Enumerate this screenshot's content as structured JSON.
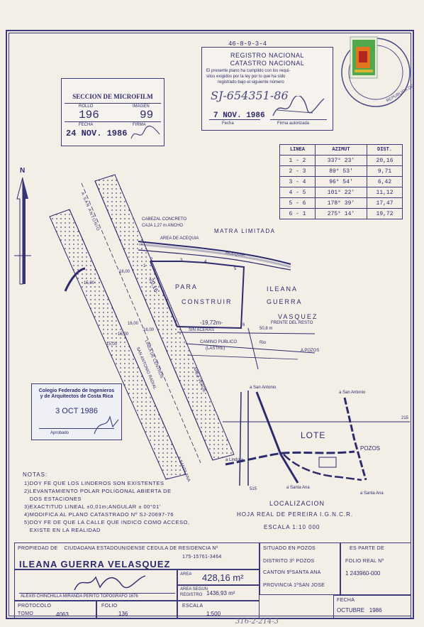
{
  "top_code": "46-8-9-3-4",
  "registro": {
    "title1": "REGISTRO NACIONAL",
    "title2": "CATASTRO NACIONAL",
    "text1": "El presente plano ha cumplido con los requi-",
    "text2": "sitos exigidos por la ley por lo que ha sido",
    "text3": "registrado bajo el siguiente número",
    "number": "SJ-654351-86",
    "date": "7 NOV. 1986",
    "fecha_label": "Fecha",
    "firma_label": "Firma autorizada"
  },
  "microfilm": {
    "title": "SECCION DE MICROFILM",
    "rollo_label": "ROLLO",
    "imagen_label": "IMAGEN",
    "rollo": "196",
    "imagen": "99",
    "fecha_label": "FECHA",
    "firma_label": "FIRMA",
    "fecha": "24 NOV. 1986"
  },
  "azimut_table": {
    "headers": [
      "LINEA",
      "AZIMUT",
      "DIST."
    ],
    "rows": [
      [
        "1 - 2",
        "337° 23'",
        "20,16"
      ],
      [
        "2 - 3",
        "89° 53'",
        "9,71"
      ],
      [
        "3 - 4",
        "96° 54'",
        "6,42"
      ],
      [
        "4 - 5",
        "101° 22'",
        "11,12"
      ],
      [
        "5 - 6",
        "178° 39'",
        "17,47"
      ],
      [
        "6 - 1",
        "275° 14'",
        "19,72"
      ]
    ]
  },
  "map": {
    "north": "N",
    "san_antonio": "A SAN ANTONIO",
    "cabezal1": "CABEZAL CONCRETO",
    "cabezal2": "CAJA 1,27 m ANCHO",
    "acequia": "AREA DE ACEQUIA",
    "acequia2": "ACEQUIA",
    "matra": "MATRA LIMITADA",
    "para": "PARA",
    "construir": "CONSTRUIR",
    "ileana": "ILEANA",
    "guerra": "GUERRA",
    "vasquez": "VASQUEZ",
    "dist_19": "-19,72m-",
    "dist_20": "-20,16-",
    "frente": "FRENTE DEL RESTO",
    "frente_val": "50,8 m",
    "sin_aceras": "SIN ACERAS",
    "camino": "CAMINO PUBLICO",
    "lastre": "(LASTRE)",
    "rio": "Rio",
    "pozos": "A POZOS",
    "linea_centros": "LINEA DE CENTROS",
    "san_antonio_radial": "SAN ANTONIO RADIAL",
    "santa_ana": "A SANTA ANA",
    "area_verde": "AREA VERDE",
    "w1": "15,00",
    "w2": "16,00",
    "w3": "15,00",
    "w4": "16,00",
    "w5": "15,00",
    "w6": "16,00",
    "p1": "1",
    "p2": "2",
    "p3": "3",
    "p4": "4",
    "p5": "5",
    "p6": "6"
  },
  "colegio": {
    "line1": "Colegio Federado de Ingenieros",
    "line2": "y de Arquitectos de Costa Rica",
    "date": "3 OCT 1986",
    "aprobado": "Aprobado"
  },
  "localizacion": {
    "a_san_antonio1": "a San Antonio",
    "a_san_antonio2": "a San Antonio",
    "lote": "LOTE",
    "pozos": "POZOS",
    "a_lindora": "a Lindora",
    "a_santa_ana1": "a Santa Ana",
    "a_santa_ana2": "a Santa Ana",
    "n215": "215",
    "n515": "515",
    "title": "LOCALIZACION",
    "hoja": "HOJA REAL DE PEREIRA I.G.N.C.R.",
    "escala": "ESCALA   1:10 000"
  },
  "notas": {
    "title": "NOTAS:",
    "lines": [
      "1)DOY FE QUE LOS LINDEROS SON EXISTENTES",
      "2)LEVANTAMIENTO POLAR POLIGONAL ABIERTA DE",
      "   DOS ESTACIONES",
      "3)EXACTITUD LINEAL ±0,01m;ANGULAR ± 00°01'",
      "4)MODIFICA AL PLANO CATASTRADO Nº SJ-20697-76",
      "5)DOY FE DE QUE LA CALLE QUE INDICO COMO ACCESO,",
      "   EXISTE EN LA REALIDAD"
    ]
  },
  "footer": {
    "propiedad_label": "PROPIEDAD DE    CIUDADANA ESTADOUNIDENSE CEDULA DE RESIDENCIA Nº",
    "cedula": "175-15761-3464",
    "owner": "ILEANA GUERRA VELASQUEZ",
    "situado": "SITUADO EN POZOS",
    "distrito": "DISTRITO 3º POZOS",
    "canton": "CANTON 9ºSANTA ANA",
    "provincia": "PROVINCIA 1ºSAN JOSE",
    "es_parte": "ES PARTE DE",
    "folio_real_label": "FOLIO REAL Nº",
    "folio_real": "1 243960-000",
    "area_label": "AREA",
    "area": "428,16 m²",
    "area_reg_label1": "AREA SEGUN",
    "area_reg_label2": "REGISTRO",
    "area_reg": "1436,93 m²",
    "perito": "ALEXIS CHINCHILLA MIRANDA  PERITO TOPOGRAFO 1676",
    "protocolo_label": "PROTOCOLO",
    "tomo_label": "TOMO",
    "tomo": "4063",
    "folio_label": "FOLIO",
    "folio": "136",
    "escala_label": "ESCALA",
    "escala": "1:500",
    "fecha_label": "FECHA",
    "fecha": "OCTUBRE   1986",
    "bottom_code": "316-2-214-3"
  }
}
